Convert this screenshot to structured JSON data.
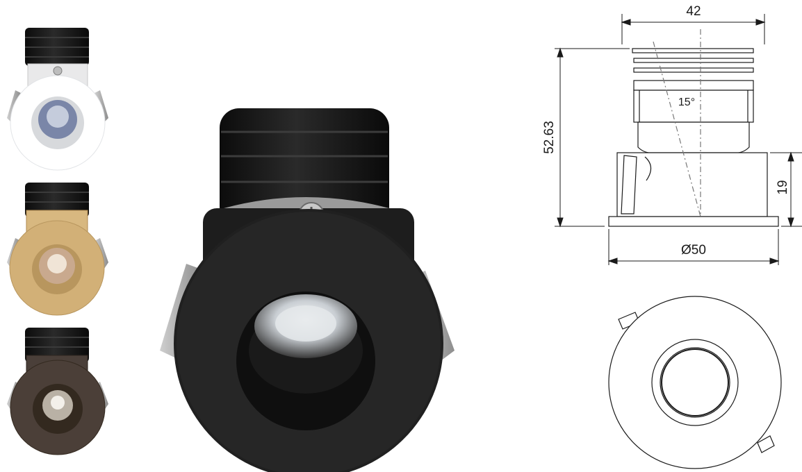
{
  "variants": [
    {
      "name": "white",
      "body_color": "#e9e9ea",
      "trim_color": "#ffffff",
      "trim_shadow": "#d7d9dc",
      "lens_color": "#7a86a8"
    },
    {
      "name": "gold",
      "body_color": "#d8b880",
      "trim_color": "#d2b077",
      "trim_shadow": "#b8965e",
      "lens_color": "#c9a98e"
    },
    {
      "name": "bronze",
      "body_color": "#4a3f39",
      "trim_color": "#4b3f38",
      "trim_shadow": "#33291f",
      "lens_color": "#b9b1a5"
    }
  ],
  "main_product": {
    "name": "black",
    "body_color": "#1d1d1d",
    "trim_color": "#202020",
    "lens_color": "#cfd4d8"
  },
  "drawing": {
    "line_color": "#1a1a1a",
    "dim_width": "42",
    "dim_height": "52.63",
    "dim_trim_height": "19",
    "dim_diameter": "Ø50",
    "beam_angle": "15°"
  }
}
